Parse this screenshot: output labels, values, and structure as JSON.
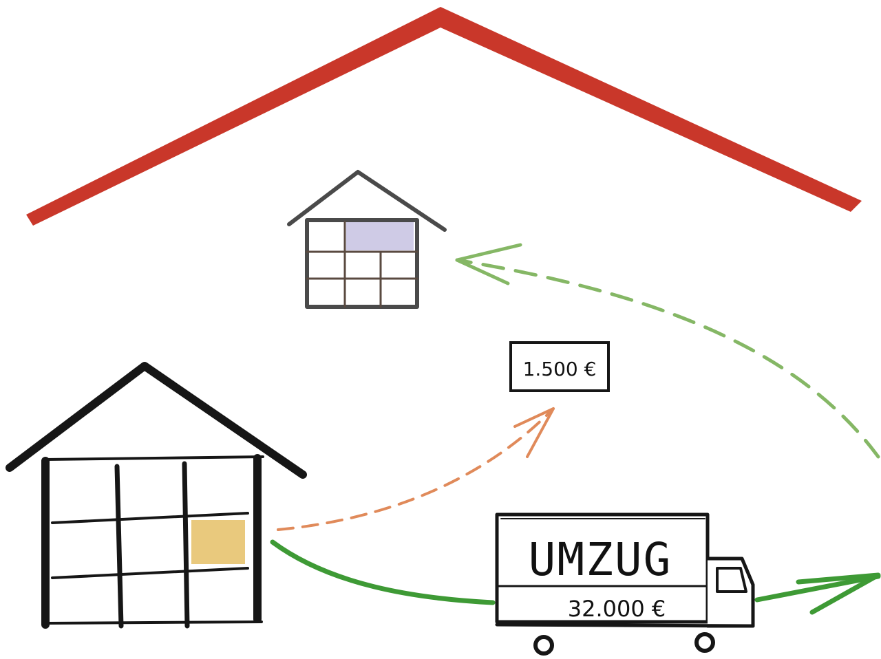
{
  "labels": {
    "small_cost": "1.500 €",
    "truck_sign": "UMZUG",
    "truck_cost": "32.000 €"
  },
  "colors": {
    "roof": "#c9372a",
    "ink": "#161616",
    "small_house_ink": "#4a4a4a",
    "small_house_grid": "#5a4a40",
    "small_house_highlight": "#cfcbe6",
    "big_house_highlight": "#e9c97d",
    "green_solid": "#3e9a35",
    "green_dashed": "#85b765",
    "orange_dashed": "#e08a5a"
  },
  "icons": [
    "big-roof-icon",
    "small-house-icon",
    "big-house-icon",
    "moving-truck-icon",
    "orange-dashed-arrow-icon",
    "green-solid-arrow-icon",
    "green-dashed-arrow-icon"
  ]
}
